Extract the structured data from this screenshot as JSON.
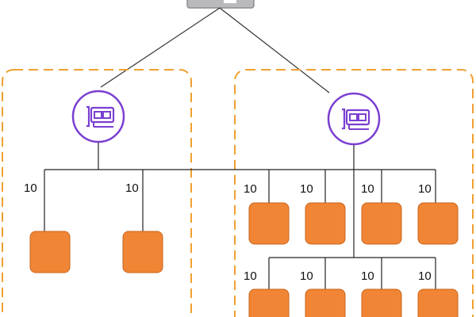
{
  "colors": {
    "group_border": "#F0A030",
    "nic_stroke": "#7A3FD1",
    "instance_fill": "#F08535",
    "instance_stroke": "#C9651C",
    "line": "#222222",
    "top_device": "#B9B9BC"
  },
  "icons": {
    "top_device": "network-device-icon",
    "nic": "network-interface-card-icon",
    "instance": "instance-icon"
  },
  "weights": {
    "left_group_1": "10",
    "left_group_2": "10",
    "right_row1_1": "10",
    "right_row1_2": "10",
    "right_row1_3": "10",
    "right_row1_4": "10",
    "right_row2_1": "10",
    "right_row2_2": "10",
    "right_row2_3": "10",
    "right_row2_4": "10"
  }
}
